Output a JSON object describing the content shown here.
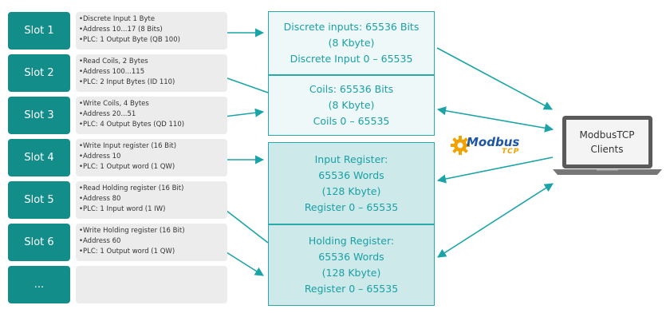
{
  "colors": {
    "slot": "#138d8a",
    "arrow": "#1aa4a7",
    "memory_text": "#1aa0a4",
    "memory_border": "#2aa9ad",
    "logo_blue": "#1d56a5",
    "logo_orange": "#f0a300"
  },
  "slots": [
    {
      "label": "Slot 1",
      "lines": [
        "Discrete Input 1 Byte",
        "Address 10...17 (8 Bits)",
        "PLC: 1 Output Byte (QB 100)"
      ]
    },
    {
      "label": "Slot 2",
      "lines": [
        "Read Coils, 2 Bytes",
        "Address 100...115",
        "PLC: 2 Input Bytes (ID 110)"
      ]
    },
    {
      "label": "Slot 3",
      "lines": [
        "Write Coils, 4 Bytes",
        "Address 20...51",
        "PLC: 4 Output Bytes (QD 110)"
      ]
    },
    {
      "label": "Slot 4",
      "lines": [
        "Write Input register (16 Bit)",
        "Address 10",
        "PLC: 1 Output word (1 QW)"
      ]
    },
    {
      "label": "Slot 5",
      "lines": [
        "Read Holding register (16 Bit)",
        "Address 80",
        "PLC: 1 Input word (1 IW)"
      ]
    },
    {
      "label": "Slot 6",
      "lines": [
        "Write Holding register (16 Bit)",
        "Address 60",
        "PLC: 1 Output word (1 QW)"
      ]
    },
    {
      "label": "...",
      "lines": []
    }
  ],
  "memory": [
    {
      "lines": [
        "Discrete inputs: 65536 Bits",
        "(8 Kbyte)",
        "Discrete Input 0 – 65535"
      ]
    },
    {
      "lines": [
        "Coils: 65536 Bits",
        "(8 Kbyte)",
        "Coils 0 – 65535"
      ]
    },
    {
      "lines": [
        "Input Register:",
        "65536 Words",
        "(128 Kbyte)",
        "Register 0 – 65535"
      ]
    },
    {
      "lines": [
        "Holding Register:",
        "65536 Words",
        "(128 Kbyte)",
        "Register 0 – 65535"
      ]
    }
  ],
  "logo": {
    "word": "Modbus",
    "sub": "TCP"
  },
  "client": {
    "lines": [
      "ModbusTCP",
      "Clients"
    ]
  }
}
